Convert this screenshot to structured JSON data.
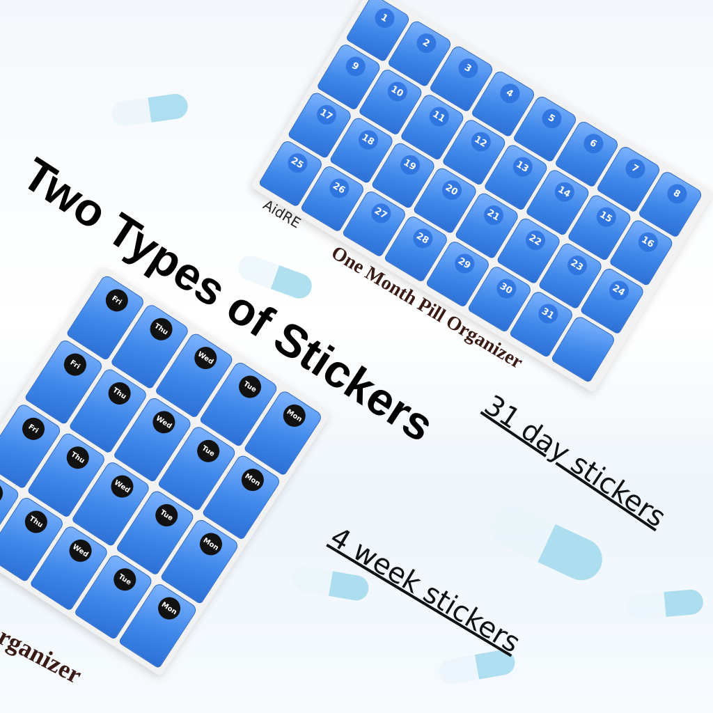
{
  "headline": "Two Types of Stickers",
  "labels": {
    "day_stickers": "31 day stickers",
    "week_stickers": "4 week stickers"
  },
  "product": {
    "brand": "AidRE",
    "name": "One Month Pill Organizer",
    "name_cropped": "rganizer"
  },
  "day_numbers": [
    1,
    2,
    3,
    4,
    5,
    6,
    7,
    8,
    9,
    10,
    11,
    12,
    13,
    14,
    15,
    16,
    17,
    18,
    19,
    20,
    21,
    22,
    23,
    24,
    25,
    26,
    27,
    28,
    29,
    30,
    31
  ],
  "weekdays": [
    "Mon",
    "Tue",
    "Wed",
    "Thu",
    "Fri"
  ],
  "colors": {
    "organizer_blue": "#3f88ea",
    "sticker_black": "#111111",
    "tray": "#f2f2f2"
  }
}
